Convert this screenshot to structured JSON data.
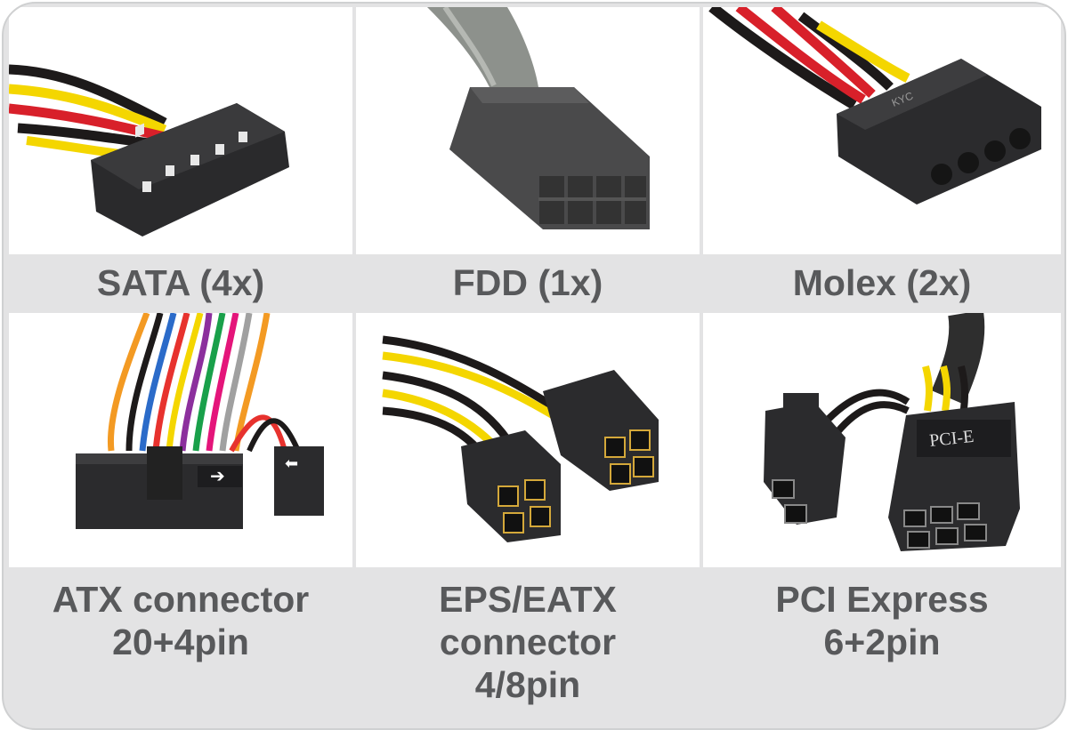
{
  "connectors": [
    {
      "id": "sata",
      "label_lines": [
        "SATA (4x)"
      ]
    },
    {
      "id": "fdd",
      "label_lines": [
        "FDD (1x)"
      ]
    },
    {
      "id": "molex",
      "label_lines": [
        "Molex (2x)"
      ]
    },
    {
      "id": "atx",
      "label_lines": [
        "ATX connector",
        "20+4pin"
      ]
    },
    {
      "id": "eps",
      "label_lines": [
        "EPS/EATX",
        "connector",
        "4/8pin"
      ]
    },
    {
      "id": "pcie",
      "label_lines": [
        "PCI Express",
        "6+2pin"
      ],
      "connector_text": "PCI-E"
    }
  ],
  "molex_imprint": "KYC",
  "colors": {
    "background": "#e3e3e4",
    "frame_border": "#cfd0d1",
    "label_text": "#58595b",
    "wire_black": "#1d1a1a",
    "wire_yellow": "#f4d600",
    "wire_red": "#d8202a",
    "connector": "#2b2b2d"
  }
}
